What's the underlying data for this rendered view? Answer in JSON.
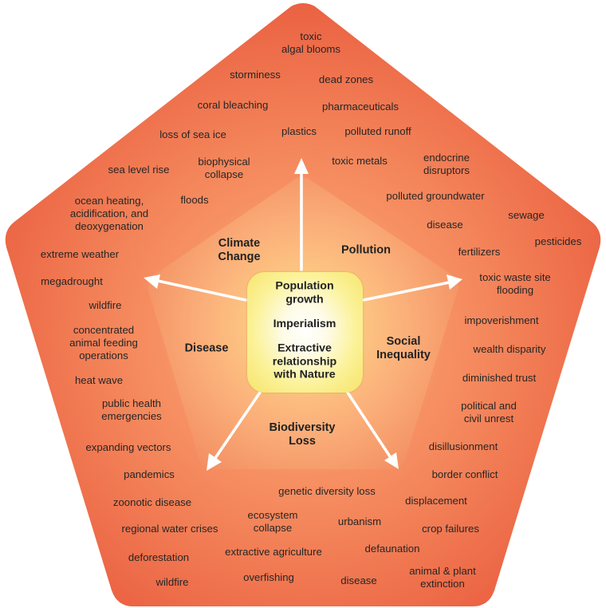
{
  "core": {
    "line1": "Population",
    "line2": "growth",
    "line3": "Imperialism",
    "line4": "Extractive",
    "line5": "relationship",
    "line6": "with Nature"
  },
  "categories": {
    "climate_1": "Climate",
    "climate_2": "Change",
    "pollution": "Pollution",
    "social_1": "Social",
    "social_2": "Inequality",
    "biodiversity_1": "Biodiversity",
    "biodiversity_2": "Loss",
    "disease": "Disease"
  },
  "impacts": [
    {
      "line1": "toxic",
      "line2": "algal blooms"
    },
    {
      "line1": "storminess"
    },
    {
      "line1": "dead zones"
    },
    {
      "line1": "coral bleaching"
    },
    {
      "line1": "pharmaceuticals"
    },
    {
      "line1": "loss of sea ice"
    },
    {
      "line1": "plastics"
    },
    {
      "line1": "polluted runoff"
    },
    {
      "line1": "sea level rise"
    },
    {
      "line1": "biophysical",
      "line2": "collapse"
    },
    {
      "line1": "toxic metals"
    },
    {
      "line1": "endocrine",
      "line2": "disruptors"
    },
    {
      "line1": "floods"
    },
    {
      "line1": "polluted groundwater"
    },
    {
      "line1": "ocean heating,",
      "line2": "acidification, and",
      "line3": "deoxygenation"
    },
    {
      "line1": "sewage"
    },
    {
      "line1": "disease"
    },
    {
      "line1": "pesticides"
    },
    {
      "line1": "fertilizers"
    },
    {
      "line1": "extreme weather"
    },
    {
      "line1": "megadrought"
    },
    {
      "line1": "toxic waste site",
      "line2": "flooding"
    },
    {
      "line1": "wildfire"
    },
    {
      "line1": "impoverishment"
    },
    {
      "line1": "concentrated",
      "line2": "animal feeding",
      "line3": "operations"
    },
    {
      "line1": "wealth disparity"
    },
    {
      "line1": "diminished trust"
    },
    {
      "line1": "heat wave"
    },
    {
      "line1": "public health",
      "line2": "emergencies"
    },
    {
      "line1": "political and",
      "line2": "civil unrest"
    },
    {
      "line1": "expanding vectors"
    },
    {
      "line1": "disillusionment"
    },
    {
      "line1": "pandemics"
    },
    {
      "line1": "border conflict"
    },
    {
      "line1": "genetic diversity loss"
    },
    {
      "line1": "zoonotic disease"
    },
    {
      "line1": "displacement"
    },
    {
      "line1": "ecosystem",
      "line2": "collapse"
    },
    {
      "line1": "urbanism"
    },
    {
      "line1": "regional water crises"
    },
    {
      "line1": "crop failures"
    },
    {
      "line1": "defaunation"
    },
    {
      "line1": "deforestation"
    },
    {
      "line1": "extractive agriculture"
    },
    {
      "line1": "wildfire"
    },
    {
      "line1": "overfishing"
    },
    {
      "line1": "disease"
    },
    {
      "line1": "animal & plant",
      "line2": "extinction"
    }
  ]
}
